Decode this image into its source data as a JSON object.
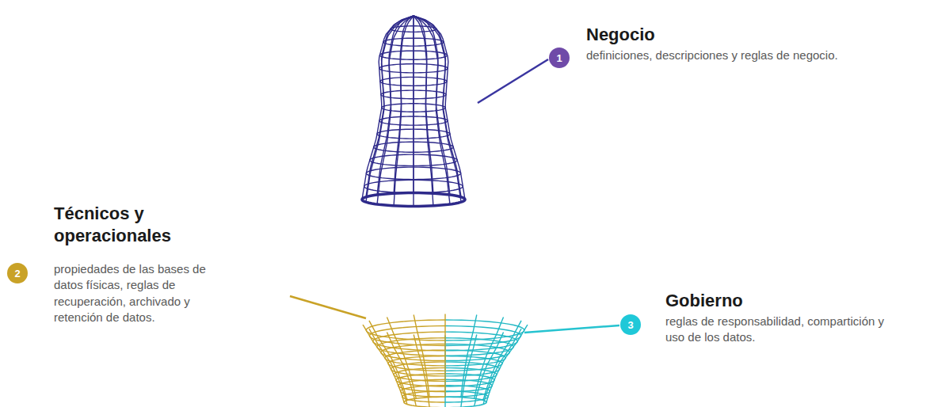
{
  "diagram": {
    "nodes": [
      {
        "text": [
          "1"
        ]
      },
      {
        "text": [
          "2"
        ]
      },
      {
        "text": [
          "3"
        ]
      }
    ],
    "labels": [
      "Negocio",
      "definiciones, descripciones y reglas de negocio.",
      "Técnicos y operacionales",
      "propiedades de las bases de datos físicas, reglas de recuperación, archivado y retención de datos.",
      "Gobierno",
      "reglas de responsabilidad, compartición y uso de los datos."
    ]
  }
}
